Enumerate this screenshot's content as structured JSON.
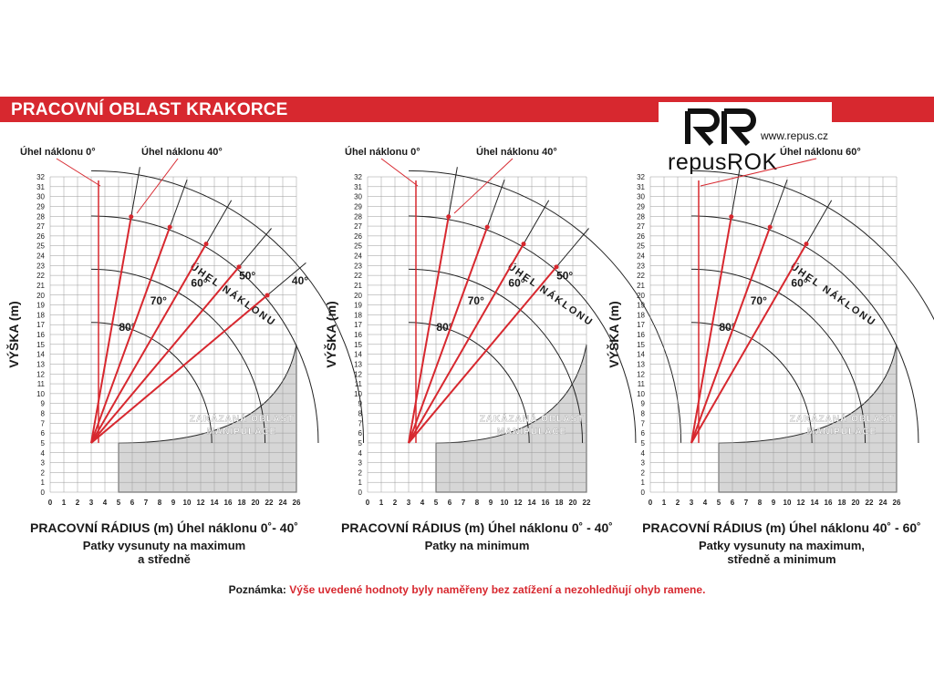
{
  "title": "PRACOVNÍ OBLAST KRAKORCE",
  "logo": {
    "brand": "repusROK",
    "url": "www.repus.cz",
    "mark": "RR"
  },
  "colors": {
    "accent": "#d7282f",
    "grid": "#9a9a9a",
    "zone": "#d6d6d6",
    "boom": "#d7282f"
  },
  "note": {
    "label": "Poznámka:",
    "text": "Výše uvedené hodnoty byly naměřeny bez zatížení a nezohledňují ohyb ramene."
  },
  "charts": [
    {
      "id": "chart1",
      "type": "diagram",
      "angle_labels_top": [
        "Úhel náklonu 0°",
        "Úhel náklonu 40°"
      ],
      "y_axis_label": "VÝŠKA (m)",
      "y_ticks": [
        0,
        1,
        2,
        3,
        4,
        5,
        6,
        7,
        8,
        9,
        10,
        11,
        12,
        13,
        14,
        15,
        16,
        17,
        18,
        19,
        20,
        21,
        22,
        23,
        24,
        25,
        26,
        27,
        28,
        29,
        30,
        31,
        32
      ],
      "x_ticks": [
        0,
        1,
        2,
        3,
        4,
        5,
        6,
        7,
        8,
        9,
        10,
        12,
        14,
        16,
        18,
        20,
        22,
        24,
        26
      ],
      "angle_marks": [
        "80°",
        "70°",
        "60°",
        "50°",
        "40°"
      ],
      "arc_label": "ÚHEL NÁKLONU",
      "zone_label": [
        "ZAKÁZANÁ OBLAST",
        "MANIPULACE"
      ],
      "caption_title": "PRACOVNÍ RÁDIUS (m)  Úhel náklonu 0˚- 40˚",
      "caption_lines": [
        "Patky vysunuty na maximum",
        "a středně"
      ],
      "max_height_m": 32,
      "max_radius_m": 24
    },
    {
      "id": "chart2",
      "type": "diagram",
      "angle_labels_top": [
        "Úhel náklonu 0°",
        "Úhel náklonu 40°"
      ],
      "y_axis_label": "VÝŠKA (m)",
      "y_ticks": [
        0,
        1,
        2,
        3,
        4,
        5,
        6,
        7,
        8,
        9,
        10,
        11,
        12,
        13,
        14,
        15,
        16,
        17,
        18,
        19,
        20,
        21,
        22,
        23,
        24,
        25,
        26,
        27,
        28,
        29,
        30,
        31,
        32
      ],
      "x_ticks": [
        0,
        1,
        2,
        3,
        4,
        5,
        6,
        7,
        8,
        9,
        10,
        12,
        14,
        16,
        18,
        20,
        22
      ],
      "angle_marks": [
        "80°",
        "70°",
        "60°",
        "50°"
      ],
      "arc_label": "ÚHEL NÁKLONU",
      "zone_label": [
        "ZAKÁZANÁ OBLAST",
        "MANIPULACE"
      ],
      "caption_title": "PRACOVNÍ RÁDIUS (m)  Úhel náklonu 0˚ - 40˚",
      "caption_lines": [
        "Patky na minimum"
      ],
      "max_height_m": 32,
      "max_radius_m": 21
    },
    {
      "id": "chart3",
      "type": "diagram",
      "angle_labels_top": [
        "Úhel náklonu 60°"
      ],
      "y_axis_label": "VÝŠKA (m)",
      "y_ticks": [
        0,
        1,
        2,
        3,
        4,
        5,
        6,
        7,
        8,
        9,
        10,
        11,
        12,
        13,
        14,
        15,
        16,
        17,
        18,
        19,
        20,
        21,
        22,
        23,
        24,
        25,
        26,
        27,
        28,
        29,
        30,
        31,
        32
      ],
      "x_ticks": [
        0,
        1,
        2,
        3,
        4,
        5,
        6,
        7,
        8,
        9,
        10,
        12,
        14,
        16,
        18,
        20,
        22,
        24,
        26
      ],
      "angle_marks": [
        "80°",
        "70°",
        "60°"
      ],
      "arc_label": "ÚHEL NÁKLONU",
      "zone_label": [
        "ZAKÁZANÁ OBLAST",
        "MANIPULACE"
      ],
      "caption_title": "PRACOVNÍ RÁDIUS (m)  Úhel náklonu 40˚ - 60˚",
      "caption_lines": [
        "Patky vysunuty na maximum,",
        "středně a minimum"
      ],
      "max_height_m": 29,
      "max_radius_m": 18
    }
  ]
}
